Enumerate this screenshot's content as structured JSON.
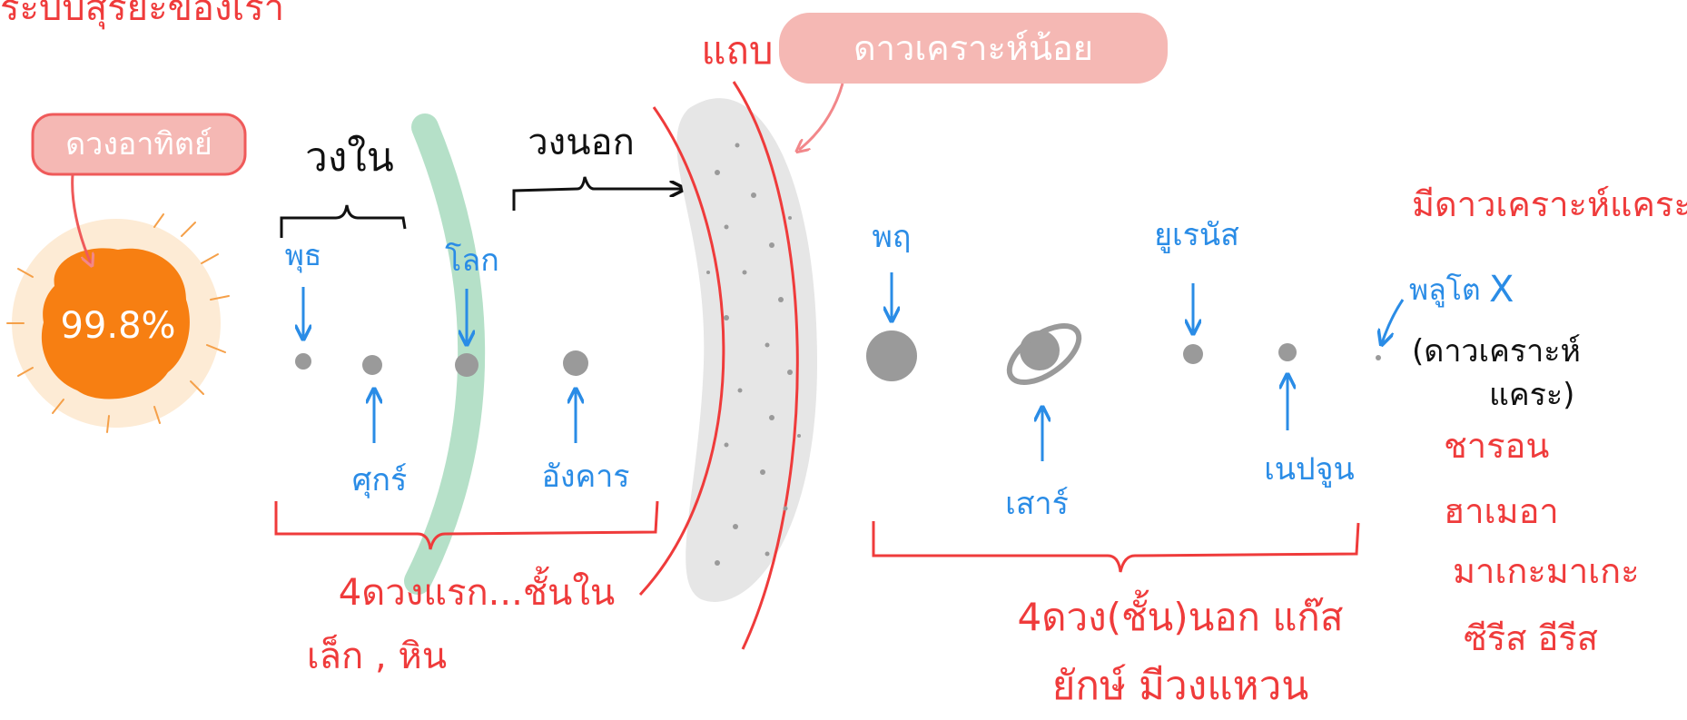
{
  "title": "ระบบสุริยะของเรา",
  "sun": {
    "callout": "ดวงอาทิตย์",
    "percent": "99.8%"
  },
  "zones": {
    "inner": "วงใน",
    "outer": "วงนอก"
  },
  "belt": {
    "word": "แถบ",
    "callout": "ดาวเคราะห์น้อย"
  },
  "planets": {
    "mercury": "พุธ",
    "venus": "ศุกร์",
    "earth": "โลก",
    "mars": "อังคาร",
    "jupiter": "พฤ",
    "saturn": "เสาร์",
    "uranus": "ยูเรนัส",
    "neptune": "เนปจูน"
  },
  "inner_group": {
    "line1": "4ดวงแรก...ชั้นใน",
    "line2": "เล็ก , หิน"
  },
  "outer_group": {
    "line1": "4ดวง(ชั้น)นอก แก๊ส",
    "line2": "ยักษ์ มีวงแหวน"
  },
  "dwarf": {
    "heading": "มีดาวเคราะห์แคระ",
    "pluto": "พลูโต",
    "pluto_mark": "X",
    "pluto_note_1": "(ดาวเคราะห์",
    "pluto_note_2": "แคระ)",
    "list": [
      "ชารอน",
      "ฮาเมอา",
      "มาเกะมาเกะ",
      "ซีรีส อีรีส"
    ]
  },
  "colors": {
    "red": "#ef3b3b",
    "blue": "#2a8ce6",
    "black": "#111111",
    "callout_fill": "#f5b8b4",
    "sun_core": "#f77f12",
    "sun_glow": "#fdebd5",
    "planet_gray": "#9a9a9a",
    "belt_fill": "#e6e6e6",
    "frost_line": "#b5e0c8"
  }
}
